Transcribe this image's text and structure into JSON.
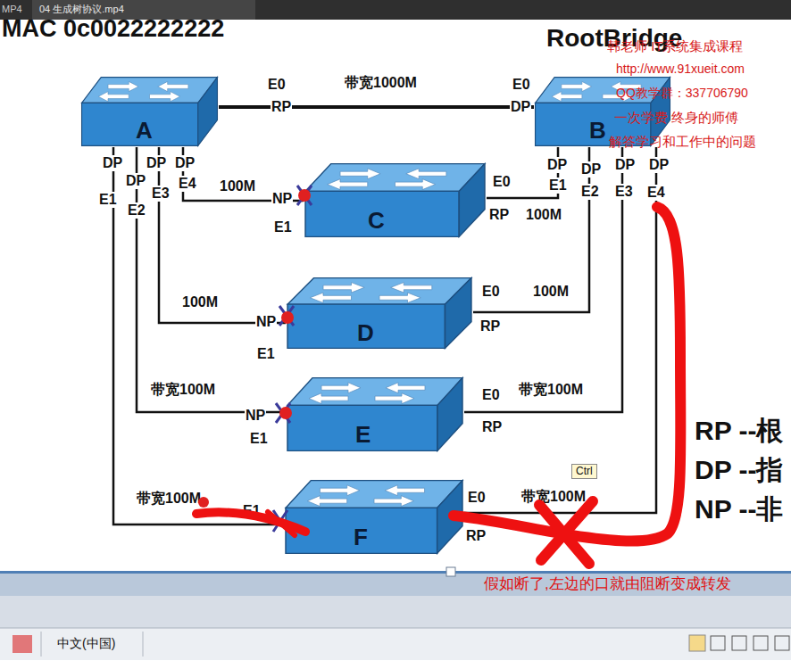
{
  "diagram": {
    "nodes": [
      {
        "text": [
          "A"
        ]
      },
      {
        "text": [
          "B"
        ]
      },
      {
        "text": [
          "C"
        ]
      },
      {
        "text": [
          "D"
        ]
      },
      {
        "text": [
          "E"
        ]
      },
      {
        "text": [
          "F"
        ]
      }
    ],
    "edges": [
      {
        "from": 0,
        "to": 1,
        "arrow": "none",
        "label": "带宽1000M"
      },
      {
        "from": 0,
        "to": 2,
        "arrow": "none",
        "label": "100M"
      },
      {
        "from": 1,
        "to": 2,
        "arrow": "none",
        "label": "100M"
      },
      {
        "from": 0,
        "to": 3,
        "arrow": "none",
        "label": "100M"
      },
      {
        "from": 1,
        "to": 3,
        "arrow": "none",
        "label": "100M"
      },
      {
        "from": 0,
        "to": 4,
        "arrow": "none",
        "label": "带宽100M"
      },
      {
        "from": 1,
        "to": 4,
        "arrow": "none",
        "label": "带宽100M"
      },
      {
        "from": 0,
        "to": 5,
        "arrow": "none",
        "label": "带宽100M"
      },
      {
        "from": 1,
        "to": 5,
        "arrow": "none",
        "label": "带宽100M"
      }
    ],
    "labels": [
      "MP4",
      "04 生成树协议.mp4",
      "MAC 0c0022222222",
      "RootBridge",
      "韩老师 IT系统集成课程",
      "http://www.91xueit.com",
      "QQ教学群：337706790",
      "一次学费  终身的师傅",
      "解答学习和工作中的问题",
      "E0",
      "RP",
      "DP",
      "E1",
      "DP",
      "E2",
      "DP",
      "E3",
      "DP",
      "E4",
      "E0",
      "DP",
      "DP",
      "E1",
      "DP",
      "E2",
      "DP",
      "E3",
      "DP",
      "E4",
      "NP",
      "E1",
      "E0",
      "RP",
      "NP",
      "E1",
      "E0",
      "RP",
      "NP",
      "E1",
      "E0",
      "RP",
      "E1",
      "E0",
      "RP",
      "Ctrl",
      "RP --根",
      "DP --指",
      "NP --非",
      "假如断了,左边的口就由阻断变成转发",
      "中文(中国)"
    ]
  }
}
